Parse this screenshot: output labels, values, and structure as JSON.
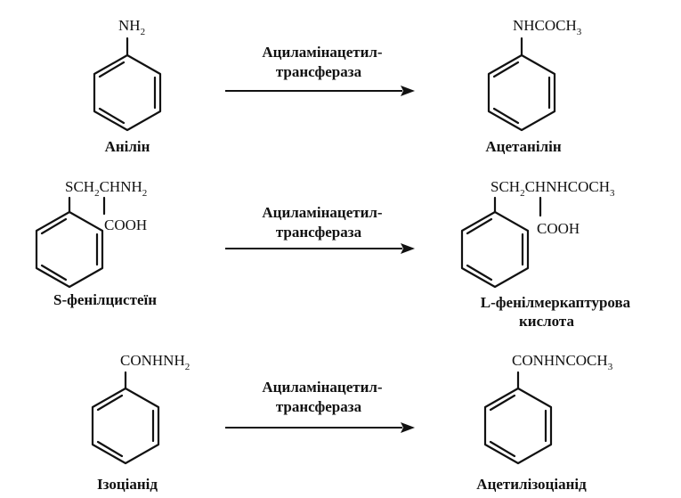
{
  "reactions": [
    {
      "reactant": {
        "group": [
          "NH",
          "2"
        ],
        "name": "Анілін"
      },
      "enzyme": [
        "Ациламінацетил-",
        "трансфераза"
      ],
      "product": {
        "group": [
          "NHCOCH",
          "3"
        ],
        "name": "Ацетанілін"
      }
    },
    {
      "reactant": {
        "group": [
          "SCH",
          "2",
          "CHNH",
          "2"
        ],
        "substituent": "COOH",
        "name": "S-фенілцистеїн"
      },
      "enzyme": [
        "Ациламінацетил-",
        "трансфераза"
      ],
      "product": {
        "group": [
          "SCH",
          "2",
          "CHNHCOCH",
          "3"
        ],
        "substituent": "COOH",
        "name_lines": [
          "L-фенілмеркаптурова",
          "кислота"
        ]
      }
    },
    {
      "reactant": {
        "group": [
          "CONHNH",
          "2"
        ],
        "name": "Ізоціанід"
      },
      "enzyme": [
        "Ациламінацетил-",
        "трансфераза"
      ],
      "product": {
        "group": [
          "CONHNCOCH",
          "3"
        ],
        "name": "Ацетилізоціанід"
      }
    }
  ]
}
